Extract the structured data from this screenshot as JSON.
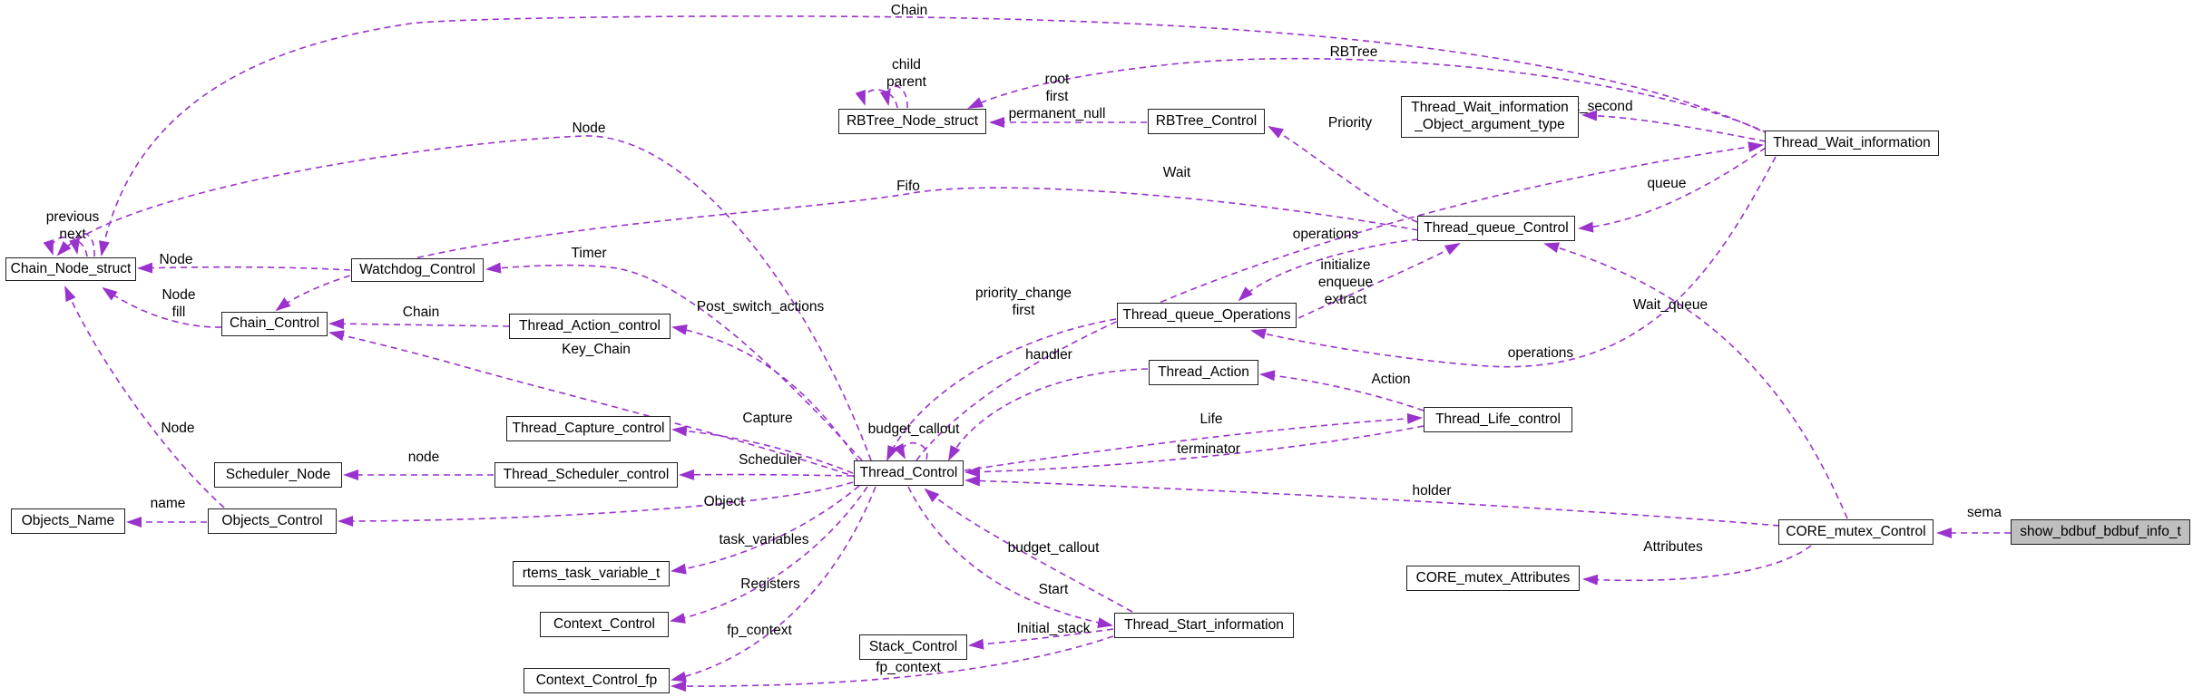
{
  "diagram": {
    "kind": "collaboration-graph",
    "highlighted_node": "show_bdbuf_bdbuf_info_t",
    "colors": {
      "edge": "#9a32cd",
      "node_border": "#1f1f1f",
      "node_fill": "#ffffff",
      "highlight_fill": "#bfbfbf",
      "text": "#000000",
      "background": "#ffffff"
    },
    "nodes": [
      {
        "id": "chain_node_struct",
        "label": "Chain_Node_struct",
        "highlighted": false
      },
      {
        "id": "watchdog_control",
        "label": "Watchdog_Control",
        "highlighted": false
      },
      {
        "id": "chain_control",
        "label": "Chain_Control",
        "highlighted": false
      },
      {
        "id": "thread_action_control",
        "label": "Thread_Action_control",
        "highlighted": false
      },
      {
        "id": "thread_capture_control",
        "label": "Thread_Capture_control",
        "highlighted": false
      },
      {
        "id": "scheduler_node",
        "label": "Scheduler_Node",
        "highlighted": false
      },
      {
        "id": "thread_scheduler_control",
        "label": "Thread_Scheduler_control",
        "highlighted": false
      },
      {
        "id": "objects_name",
        "label": "Objects_Name",
        "highlighted": false
      },
      {
        "id": "objects_control",
        "label": "Objects_Control",
        "highlighted": false
      },
      {
        "id": "rtems_task_variable_t",
        "label": "rtems_task_variable_t",
        "highlighted": false
      },
      {
        "id": "context_control",
        "label": "Context_Control",
        "highlighted": false
      },
      {
        "id": "context_control_fp",
        "label": "Context_Control_fp",
        "highlighted": false
      },
      {
        "id": "stack_control",
        "label": "Stack_Control",
        "highlighted": false
      },
      {
        "id": "thread_control",
        "label": "Thread_Control",
        "highlighted": false
      },
      {
        "id": "rbtree_node_struct",
        "label": "RBTree_Node_struct",
        "highlighted": false
      },
      {
        "id": "rbtree_control",
        "label": "RBTree_Control",
        "highlighted": false
      },
      {
        "id": "thread_wait_information_object_argument_type",
        "label": "Thread_Wait_information\n_Object_argument_type",
        "highlighted": false
      },
      {
        "id": "thread_wait_information",
        "label": "Thread_Wait_information",
        "highlighted": false
      },
      {
        "id": "thread_queue_control",
        "label": "Thread_queue_Control",
        "highlighted": false
      },
      {
        "id": "thread_queue_operations",
        "label": "Thread_queue_Operations",
        "highlighted": false
      },
      {
        "id": "thread_action",
        "label": "Thread_Action",
        "highlighted": false
      },
      {
        "id": "thread_life_control",
        "label": "Thread_Life_control",
        "highlighted": false
      },
      {
        "id": "core_mutex_control",
        "label": "CORE_mutex_Control",
        "highlighted": false
      },
      {
        "id": "core_mutex_attributes",
        "label": "CORE_mutex_Attributes",
        "highlighted": false
      },
      {
        "id": "thread_start_information",
        "label": "Thread_Start_information",
        "highlighted": false
      },
      {
        "id": "show_bdbuf_bdbuf_info_t",
        "label": "show_bdbuf_bdbuf_info_t",
        "highlighted": true
      }
    ],
    "edges": [
      {
        "id": "chain",
        "from": "thread_wait_information",
        "to": "chain_node_struct",
        "label": "Chain"
      },
      {
        "id": "rbtree",
        "from": "thread_wait_information",
        "to": "rbtree_node_struct",
        "label": "RBTree"
      },
      {
        "id": "node_thread",
        "from": "thread_control",
        "to": "chain_node_struct",
        "label": "Node"
      },
      {
        "id": "fifo",
        "from": "thread_queue_control",
        "to": "chain_control",
        "label": "Fifo"
      },
      {
        "id": "timer",
        "from": "thread_control",
        "to": "watchdog_control",
        "label": "Timer"
      },
      {
        "id": "node_watchdog",
        "from": "watchdog_control",
        "to": "chain_node_struct",
        "label": "Node"
      },
      {
        "id": "node_fill",
        "from": "chain_control",
        "to": "chain_node_struct",
        "label": "Node\nfill"
      },
      {
        "id": "chain_action",
        "from": "thread_action_control",
        "to": "chain_control",
        "label": "Chain"
      },
      {
        "id": "key_chain",
        "from": "thread_control",
        "to": "chain_control",
        "label": "Key_Chain"
      },
      {
        "id": "post_switch_actions",
        "from": "thread_control",
        "to": "thread_action_control",
        "label": "Post_switch_actions"
      },
      {
        "id": "capture",
        "from": "thread_control",
        "to": "thread_capture_control",
        "label": "Capture"
      },
      {
        "id": "scheduler",
        "from": "thread_control",
        "to": "thread_scheduler_control",
        "label": "Scheduler"
      },
      {
        "id": "node_scheduler",
        "from": "thread_scheduler_control",
        "to": "scheduler_node",
        "label": "node"
      },
      {
        "id": "object",
        "from": "thread_control",
        "to": "objects_control",
        "label": "Object"
      },
      {
        "id": "name",
        "from": "objects_control",
        "to": "objects_name",
        "label": "name"
      },
      {
        "id": "node_objects",
        "from": "objects_control",
        "to": "chain_node_struct",
        "label": "Node"
      },
      {
        "id": "task_variables",
        "from": "thread_control",
        "to": "rtems_task_variable_t",
        "label": "task_variables"
      },
      {
        "id": "registers",
        "from": "thread_control",
        "to": "context_control",
        "label": "Registers"
      },
      {
        "id": "fp_context",
        "from": "thread_control",
        "to": "context_control_fp",
        "label": "fp_context"
      },
      {
        "id": "start",
        "from": "thread_control",
        "to": "thread_start_information",
        "label": "Start"
      },
      {
        "id": "budget_callout_start",
        "from": "thread_start_information",
        "to": "thread_control",
        "label": "budget_callout"
      },
      {
        "id": "initial_stack",
        "from": "thread_start_information",
        "to": "stack_control",
        "label": "Initial_stack"
      },
      {
        "id": "fp_context_start",
        "from": "thread_start_information",
        "to": "context_control_fp",
        "label": "fp_context"
      },
      {
        "id": "wait",
        "from": "thread_control",
        "to": "thread_wait_information",
        "label": "Wait"
      },
      {
        "id": "life",
        "from": "thread_control",
        "to": "thread_life_control",
        "label": "Life"
      },
      {
        "id": "terminator",
        "from": "thread_life_control",
        "to": "thread_control",
        "label": "terminator"
      },
      {
        "id": "holder",
        "from": "core_mutex_control",
        "to": "thread_control",
        "label": "holder"
      },
      {
        "id": "handler",
        "from": "thread_action",
        "to": "thread_control",
        "label": "handler"
      },
      {
        "id": "priority_change_first",
        "from": "thread_queue_operations",
        "to": "thread_control",
        "label": "priority_change\nfirst"
      },
      {
        "id": "action",
        "from": "thread_life_control",
        "to": "thread_action",
        "label": "Action"
      },
      {
        "id": "operations_queue",
        "from": "thread_queue_control",
        "to": "thread_queue_operations",
        "label": "operations"
      },
      {
        "id": "initialize_enqueue_extract",
        "from": "thread_queue_operations",
        "to": "thread_queue_control",
        "label": "initialize\nenqueue\nextract"
      },
      {
        "id": "operations_wait",
        "from": "thread_wait_information",
        "to": "thread_queue_operations",
        "label": "operations"
      },
      {
        "id": "queue",
        "from": "thread_wait_information",
        "to": "thread_queue_control",
        "label": "queue"
      },
      {
        "id": "priority",
        "from": "thread_queue_control",
        "to": "rbtree_control",
        "label": "Priority"
      },
      {
        "id": "root_first_permanent_null",
        "from": "rbtree_control",
        "to": "rbtree_node_struct",
        "label": "root\nfirst\npermanent_null"
      },
      {
        "id": "return_argument_second",
        "from": "thread_wait_information",
        "to": "thread_wait_information_object_argument_type",
        "label": "return_argument_second"
      },
      {
        "id": "wait_queue",
        "from": "core_mutex_control",
        "to": "thread_queue_control",
        "label": "Wait_queue"
      },
      {
        "id": "attributes",
        "from": "core_mutex_control",
        "to": "core_mutex_attributes",
        "label": "Attributes"
      },
      {
        "id": "sema",
        "from": "show_bdbuf_bdbuf_info_t",
        "to": "core_mutex_control",
        "label": "sema"
      },
      {
        "id": "previous_next",
        "from": "chain_node_struct",
        "to": "chain_node_struct",
        "label": "previous\nnext"
      },
      {
        "id": "child_parent",
        "from": "rbtree_node_struct",
        "to": "rbtree_node_struct",
        "label": "child\nparent"
      },
      {
        "id": "budget_callout_self",
        "from": "thread_control",
        "to": "thread_control",
        "label": "budget_callout"
      }
    ]
  }
}
